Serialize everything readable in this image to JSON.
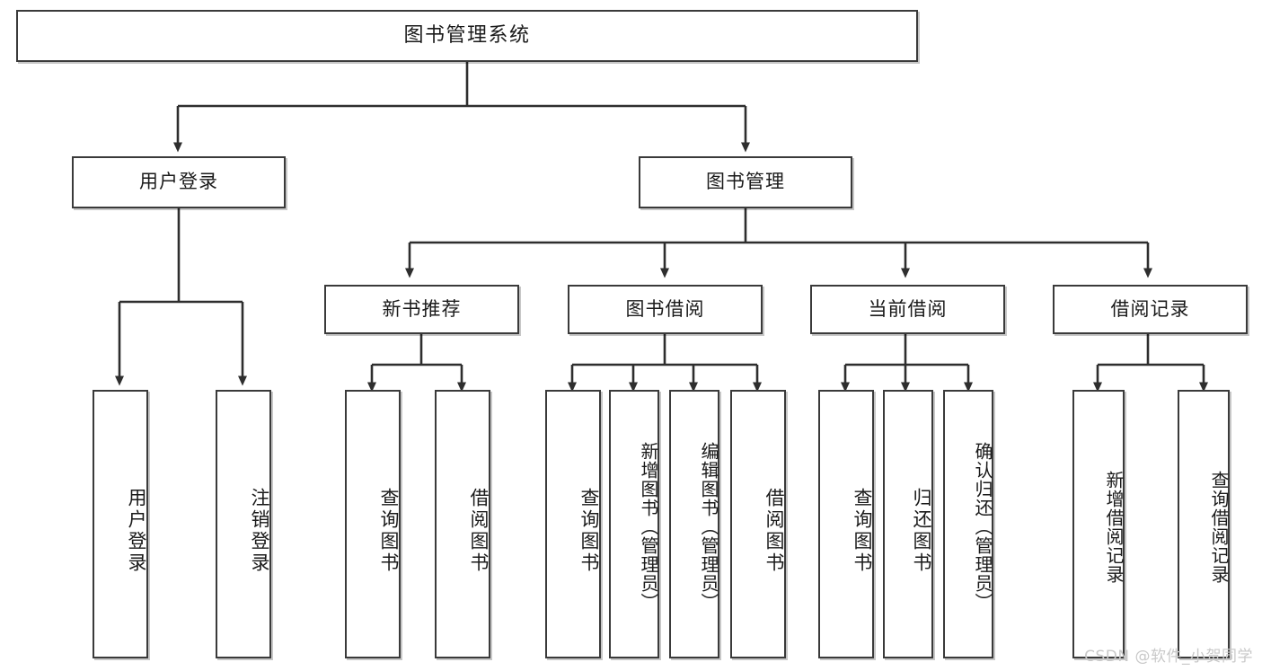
{
  "diagram": {
    "type": "tree-flowchart",
    "title": "图书管理系统",
    "root": {
      "label": "图书管理系统"
    },
    "level1": [
      {
        "label": "用户登录"
      },
      {
        "label": "图书管理"
      }
    ],
    "level2": [
      {
        "label": "新书推荐"
      },
      {
        "label": "图书借阅"
      },
      {
        "label": "当前借阅"
      },
      {
        "label": "借阅记录"
      }
    ],
    "leaves": {
      "user_login": [
        {
          "label": "用户登录"
        },
        {
          "label": "注销登录"
        }
      ],
      "new_book_recommend": [
        {
          "label": "查询图书"
        },
        {
          "label": "借阅图书"
        }
      ],
      "book_borrow": [
        {
          "label": "查询图书"
        },
        {
          "label": "新增图书（管理员）"
        },
        {
          "label": "编辑图书（管理员）"
        },
        {
          "label": "借阅图书"
        }
      ],
      "current_borrow": [
        {
          "label": "查询图书"
        },
        {
          "label": "归还图书"
        },
        {
          "label": "确认归还（管理员）"
        }
      ],
      "borrow_record": [
        {
          "label": "新增借阅记录"
        },
        {
          "label": "查询借阅记录"
        }
      ]
    }
  },
  "watermark": {
    "text": "CSDN @软件_小贺同学"
  },
  "colors": {
    "border": "#3a3a3a",
    "text": "#1a1a1a",
    "background": "#ffffff",
    "watermark": "#c9c9c9"
  }
}
